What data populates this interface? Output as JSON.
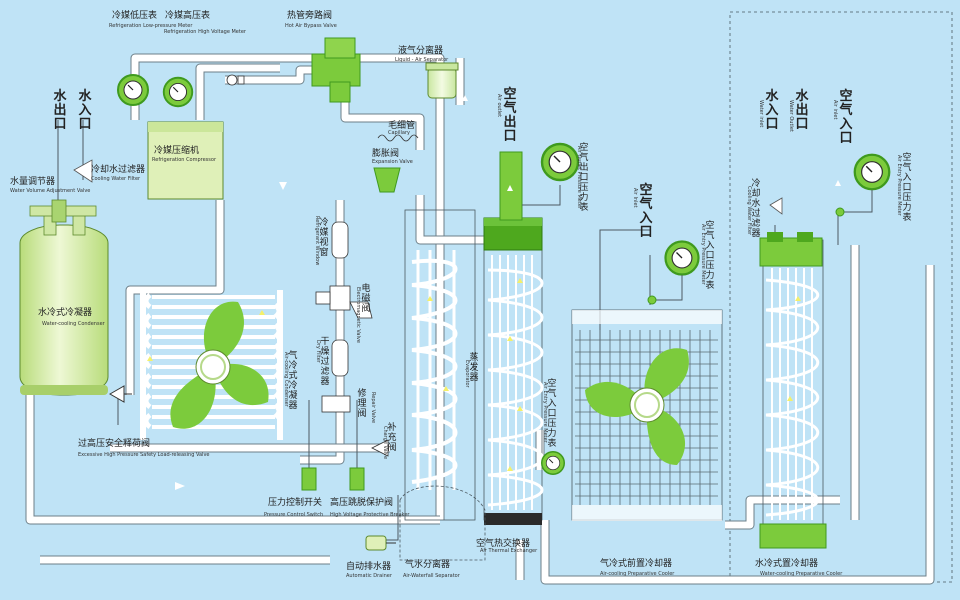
{
  "labels": {
    "low_gauge_zh": "冷媒低压表",
    "low_gauge_en": "Refrigeration Low-pressure Meter",
    "high_gauge_zh": "冷媒高压表",
    "high_gauge_en": "Refrigeration High Voltage Meter",
    "hot_bypass_zh": "热管旁路阀",
    "hot_bypass_en": "Hot Air Bypass Valve",
    "separator_zh": "液气分离器",
    "separator_en": "Liquid - Air Separator",
    "water_out_zh": "水出口",
    "water_in_zh": "水入口",
    "compressor_zh": "冷媒压缩机",
    "compressor_en": "Refrigeration Compressor",
    "capillary_zh": "毛细管",
    "capillary_en": "Capillary",
    "expansion_zh": "膨胀阀",
    "expansion_en": "Expansion Valve",
    "flow_regulator_zh": "水量调节器",
    "flow_regulator_en": "Water Volume Adjustment Valve",
    "cool_filter_zh": "冷却水过滤器",
    "cool_filter_en": "Cooling Water Filter",
    "condenser_zh": "水冷式冷凝器",
    "condenser_en": "Water-cooling Condenser",
    "sight_glass_zh": "冷媒视窗",
    "sight_glass_en": "Refrigerant Window",
    "solenoid_zh": "电磁阀",
    "solenoid_en": "Electromagnetic Valve",
    "dry_filter_zh": "干燥过滤器",
    "dry_filter_en": "Dry Filter",
    "air_cond_zh": "气冷式冷凝器",
    "air_cond_en": "Air-cooling Condenser",
    "repair_zh": "修理阀",
    "repair_en": "Repair Valve",
    "charge_zh": "补充阀",
    "charge_en": "Charge Valve",
    "overpressure_zh": "过高压安全释荷阀",
    "overpressure_en": "Excessive High Pressure Safety Load-releasing Valve",
    "pressure_switch_zh": "压力控制开关",
    "pressure_switch_en": "Pressure Control Switch",
    "hv_breaker_zh": "高压跳脱保护阀",
    "hv_breaker_en": "High Voltage Protective Breaker",
    "auto_drain_zh": "自动排水器",
    "auto_drain_en": "Automatic Drainer",
    "air_water_sep_zh": "气水分离器",
    "air_water_sep_en": "Air-Waterfall Separator",
    "evaporator_zh": "蒸发器",
    "evaporator_en": "Evaporator",
    "air_out_zh": "空气出口",
    "air_out_en": "Air outlet",
    "air_out_gauge_zh": "空气出口压力表",
    "air_out_gauge_en": "Air Outlet Pressure Meter",
    "heat_exch_zh": "空气热交换器",
    "heat_exch_en": "Air Thermal Exchanger",
    "air_in_mid_zh": "空气入口",
    "air_in_mid_en": "Air Inlet",
    "air_in_gauge_zh": "空气入口压力表",
    "air_in_gauge_en": "Air Entry Pressure Meter",
    "air_precool_zh": "气冷式前置冷却器",
    "air_precool_en": "Air-cooling Preparative Cooler",
    "water_in_r_zh": "水入口",
    "water_in_r_en": "Water inlet",
    "water_out_r_zh": "水出口",
    "water_out_r_en": "Water Outlet",
    "air_in_r_zh": "空气入口",
    "air_in_r_en": "Air inlet",
    "cool_filter_r_zh": "冷却水过滤器",
    "cool_filter_r_en": "Cooling Water Filter",
    "air_in_gauge_r_zh": "空气入口压力表",
    "air_in_gauge_r_en": "Air Entry Pressure Meter",
    "water_precool_zh": "水冷式置冷却器",
    "water_precool_en": "Water-cooling Preparative Cooler"
  },
  "colors": {
    "background": "#bfe3f6",
    "green": "#7ccb3c",
    "dark_green": "#3f9a1e",
    "pipe": "#ffffff",
    "pipe_outline": "#6d7f88",
    "tank": "#dff0b8"
  }
}
